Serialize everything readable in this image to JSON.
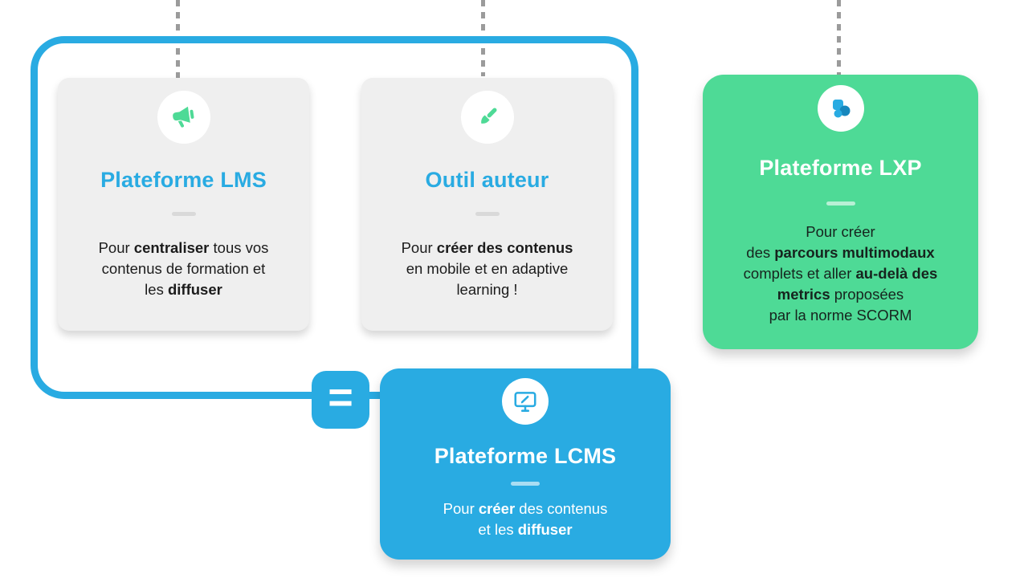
{
  "palette": {
    "blue": "#29ABE2",
    "green": "#4EDA96",
    "gray": "#EFEFEF",
    "dash": "#9B9B9B",
    "ink": "#1C1C1C"
  },
  "cards": {
    "lms": {
      "icon": "megaphone-icon",
      "title": "Plateforme LMS",
      "body": "Pour **centraliser** tous vos\ncontenus de formation et\nles **diffuser**"
    },
    "auteur": {
      "icon": "paintbrush-icon",
      "title": "Outil auteur",
      "body": "Pour **créer des contenus**\nen mobile et en adaptive\nlearning !"
    },
    "lxp": {
      "icon": "layered-shapes-icon",
      "title": "Plateforme LXP",
      "body": "Pour créer\ndes **parcours multimodaux**\ncomplets et aller **au-delà des**\n**metrics** proposées\npar la norme SCORM"
    },
    "lcms": {
      "icon": "monitor-paintbrush-icon",
      "title": "Plateforme LCMS",
      "body": "Pour **créer** des contenus\net les **diffuser**"
    }
  },
  "equals": {
    "symbol": "="
  }
}
